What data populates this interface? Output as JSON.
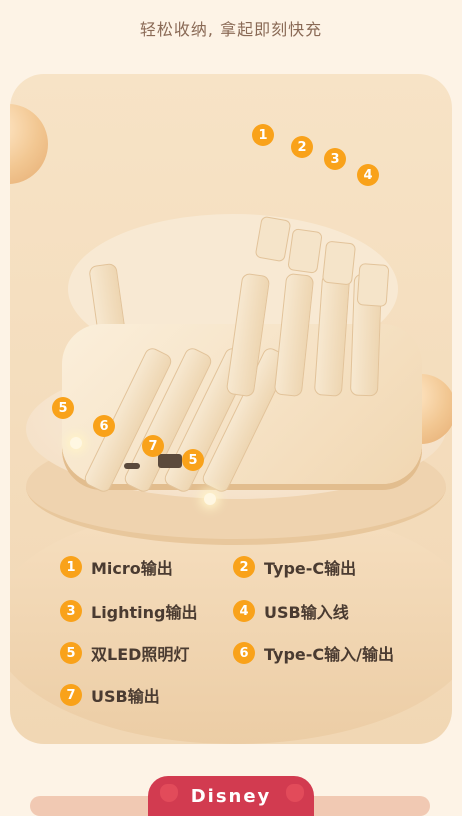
{
  "header": {
    "title": "轻松收纳, 拿起即刻快充"
  },
  "callouts": [
    "1",
    "2",
    "3",
    "4",
    "5",
    "6",
    "7",
    "5"
  ],
  "legend": [
    {
      "number": "1",
      "label": "Micro输出"
    },
    {
      "number": "2",
      "label": "Type-C输出"
    },
    {
      "number": "3",
      "label": "Lighting输出"
    },
    {
      "number": "4",
      "label": "USB输入线"
    },
    {
      "number": "5",
      "label": "双LED照明灯"
    },
    {
      "number": "6",
      "label": "Type-C输入/输出"
    },
    {
      "number": "7",
      "label": "USB输出"
    }
  ],
  "footer": {
    "logo_text": "Disney"
  },
  "colors": {
    "accent": "#f9a21a",
    "text": "#4a3b31",
    "header": "#8a6a56",
    "background": "#fdf3e6"
  }
}
